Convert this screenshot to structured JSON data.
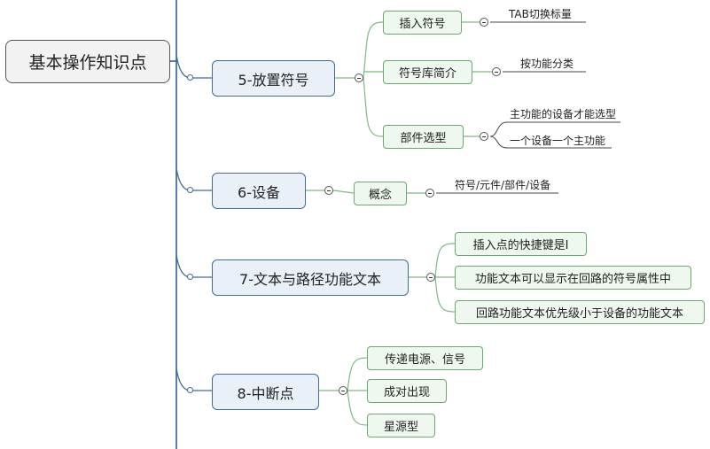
{
  "root": {
    "label": "基本操作知识点"
  },
  "topics": [
    {
      "label": "5-放置符号",
      "children": [
        {
          "label": "插入符号",
          "notes": [
            "TAB切换标量"
          ]
        },
        {
          "label": "符号库简介",
          "notes": [
            "按功能分类"
          ]
        },
        {
          "label": "部件选型",
          "notes": [
            "主功能的设备才能选型",
            "一个设备一个主功能"
          ]
        }
      ]
    },
    {
      "label": "6-设备",
      "children": [
        {
          "label": "概念",
          "notes": [
            "符号/元件/部件/设备"
          ]
        }
      ]
    },
    {
      "label": "7-文本与路径功能文本",
      "children": [
        {
          "label": "插入点的快捷键是I"
        },
        {
          "label": "功能文本可以显示在回路的符号属性中"
        },
        {
          "label": "回路功能文本优先级小于设备的功能文本"
        }
      ]
    },
    {
      "label": "8-中断点",
      "children": [
        {
          "label": "传递电源、信号"
        },
        {
          "label": "成对出现"
        },
        {
          "label": "星源型"
        }
      ]
    }
  ],
  "colors": {
    "spine": "#2f5f8f",
    "topic_branch": "#3f6e9e",
    "sub_branch": "#7dbb7d",
    "leaf_branch": "#444444"
  }
}
